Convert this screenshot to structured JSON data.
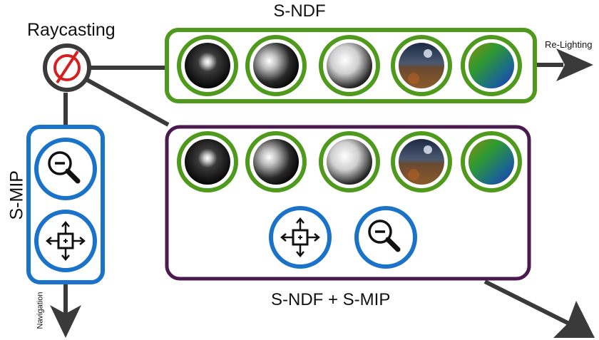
{
  "labels": {
    "sndf_title": "S-NDF",
    "raycasting": "Raycasting",
    "relighting": "Re-Lighting",
    "combo_title": "S-NDF + S-MIP",
    "smip": "S-MIP",
    "navigation": "Navigation"
  },
  "colors": {
    "green": "#4f9a1c",
    "blue": "#1a73c9",
    "purple": "#4a1a4e",
    "arrow": "#3a3a3a",
    "red": "#d62020"
  },
  "icons": {
    "sndf_row": [
      "sphere-specular-icon",
      "sphere-diffuse-icon",
      "sphere-soft-icon",
      "environment-sphere-icon",
      "normal-map-sphere-icon"
    ],
    "smip_column": [
      "zoom-out-icon",
      "pan-icon"
    ],
    "combo_tools": [
      "pan-icon",
      "zoom-out-icon"
    ],
    "raycasting": "no-raycasting-icon"
  }
}
